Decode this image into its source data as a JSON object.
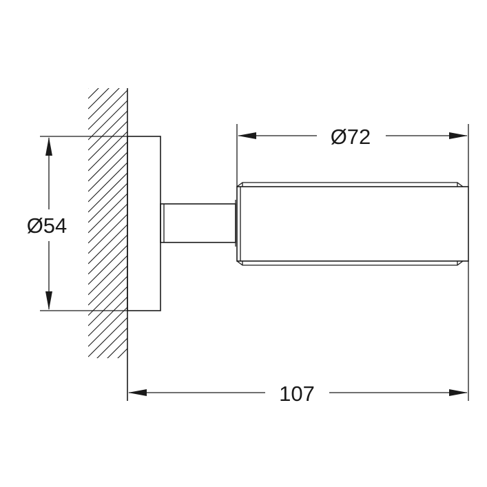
{
  "dimensions": {
    "rosette_diameter": "Ø54",
    "holder_diameter": "Ø72",
    "total_depth": "107"
  },
  "colors": {
    "line": "#1a1a1a",
    "background": "#ffffff"
  }
}
